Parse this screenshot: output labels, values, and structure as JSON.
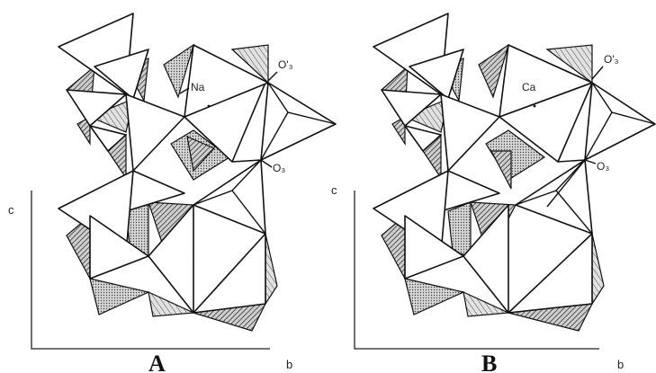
{
  "panels": {
    "a": {
      "panel_label": "A",
      "cation_label": "Na",
      "oxygen_upper": "O'₃",
      "oxygen_lower": "O₃",
      "axis_vertical": "c",
      "axis_horizontal": "b"
    },
    "b": {
      "panel_label": "B",
      "cation_label": "Ca",
      "oxygen_upper": "O'₃",
      "oxygen_lower": "O₃",
      "axis_vertical": "c",
      "axis_horizontal": "b"
    }
  }
}
